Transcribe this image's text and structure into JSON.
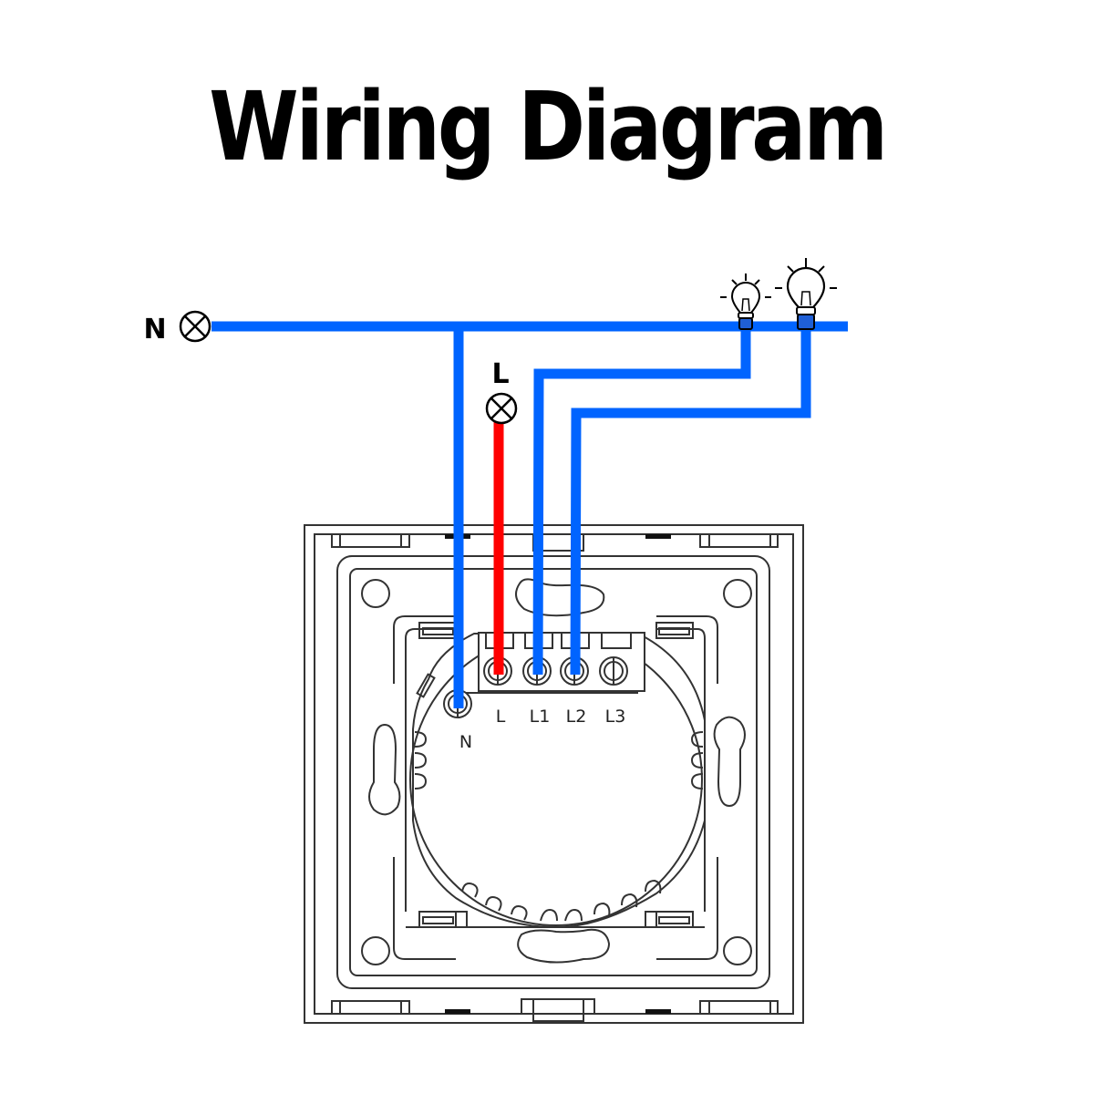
{
  "title": "Wiring Diagram",
  "colors": {
    "neutral_wire": "#0064FF",
    "live_wire": "#FF0000",
    "load_wire": "#0064FF",
    "line": "#333333"
  },
  "supply": {
    "neutral_label": "N",
    "live_label": "L",
    "terminal_icon": "crossed-circle-terminal"
  },
  "lamps": [
    {
      "name": "lamp-1",
      "icon": "light-bulb",
      "connected_to": "L1"
    },
    {
      "name": "lamp-2",
      "icon": "light-bulb",
      "connected_to": "L2"
    }
  ],
  "switch": {
    "terminals": [
      {
        "label": "N",
        "wired": true,
        "wire": "neutral"
      },
      {
        "label": "L",
        "wired": true,
        "wire": "live"
      },
      {
        "label": "L1",
        "wired": true,
        "wire": "load-1"
      },
      {
        "label": "L2",
        "wired": true,
        "wire": "load-2"
      },
      {
        "label": "L3",
        "wired": false,
        "wire": ""
      }
    ]
  }
}
